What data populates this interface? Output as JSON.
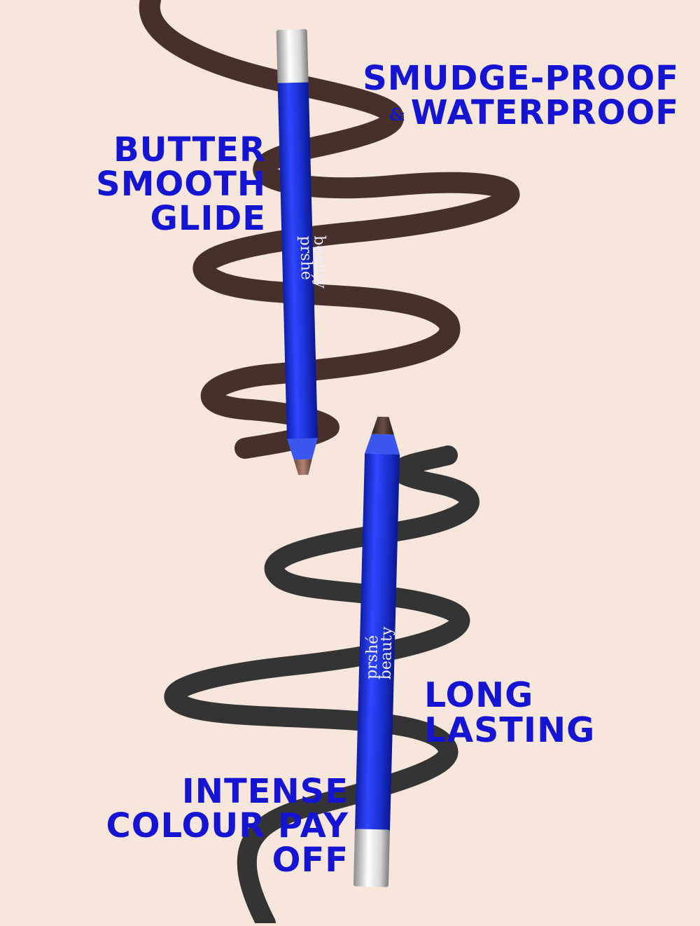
{
  "headlines": {
    "smudge_line1": "SMUDGE-PROOF",
    "amp": "&",
    "smudge_line2": "WATERPROOF",
    "butter_lines": [
      "BUTTER",
      "SMOOTH",
      "GLIDE"
    ],
    "long_lines": [
      "LONG",
      "LASTING"
    ],
    "intense_lines": [
      "INTENSE",
      "COLOUR PAY",
      "OFF"
    ]
  },
  "pencils": [
    {
      "brand_line1": "prshé",
      "brand_line2": "beauty",
      "stroke_color": "brown"
    },
    {
      "brand_line1": "prshé",
      "brand_line2": "beauty",
      "stroke_color": "black"
    }
  ],
  "colors": {
    "background": "#f6e6dc",
    "headline": "#1414d2",
    "pencil_body": "#1a2fd0",
    "stroke_brown": "#3d2621",
    "stroke_black": "#2a2a2a"
  }
}
